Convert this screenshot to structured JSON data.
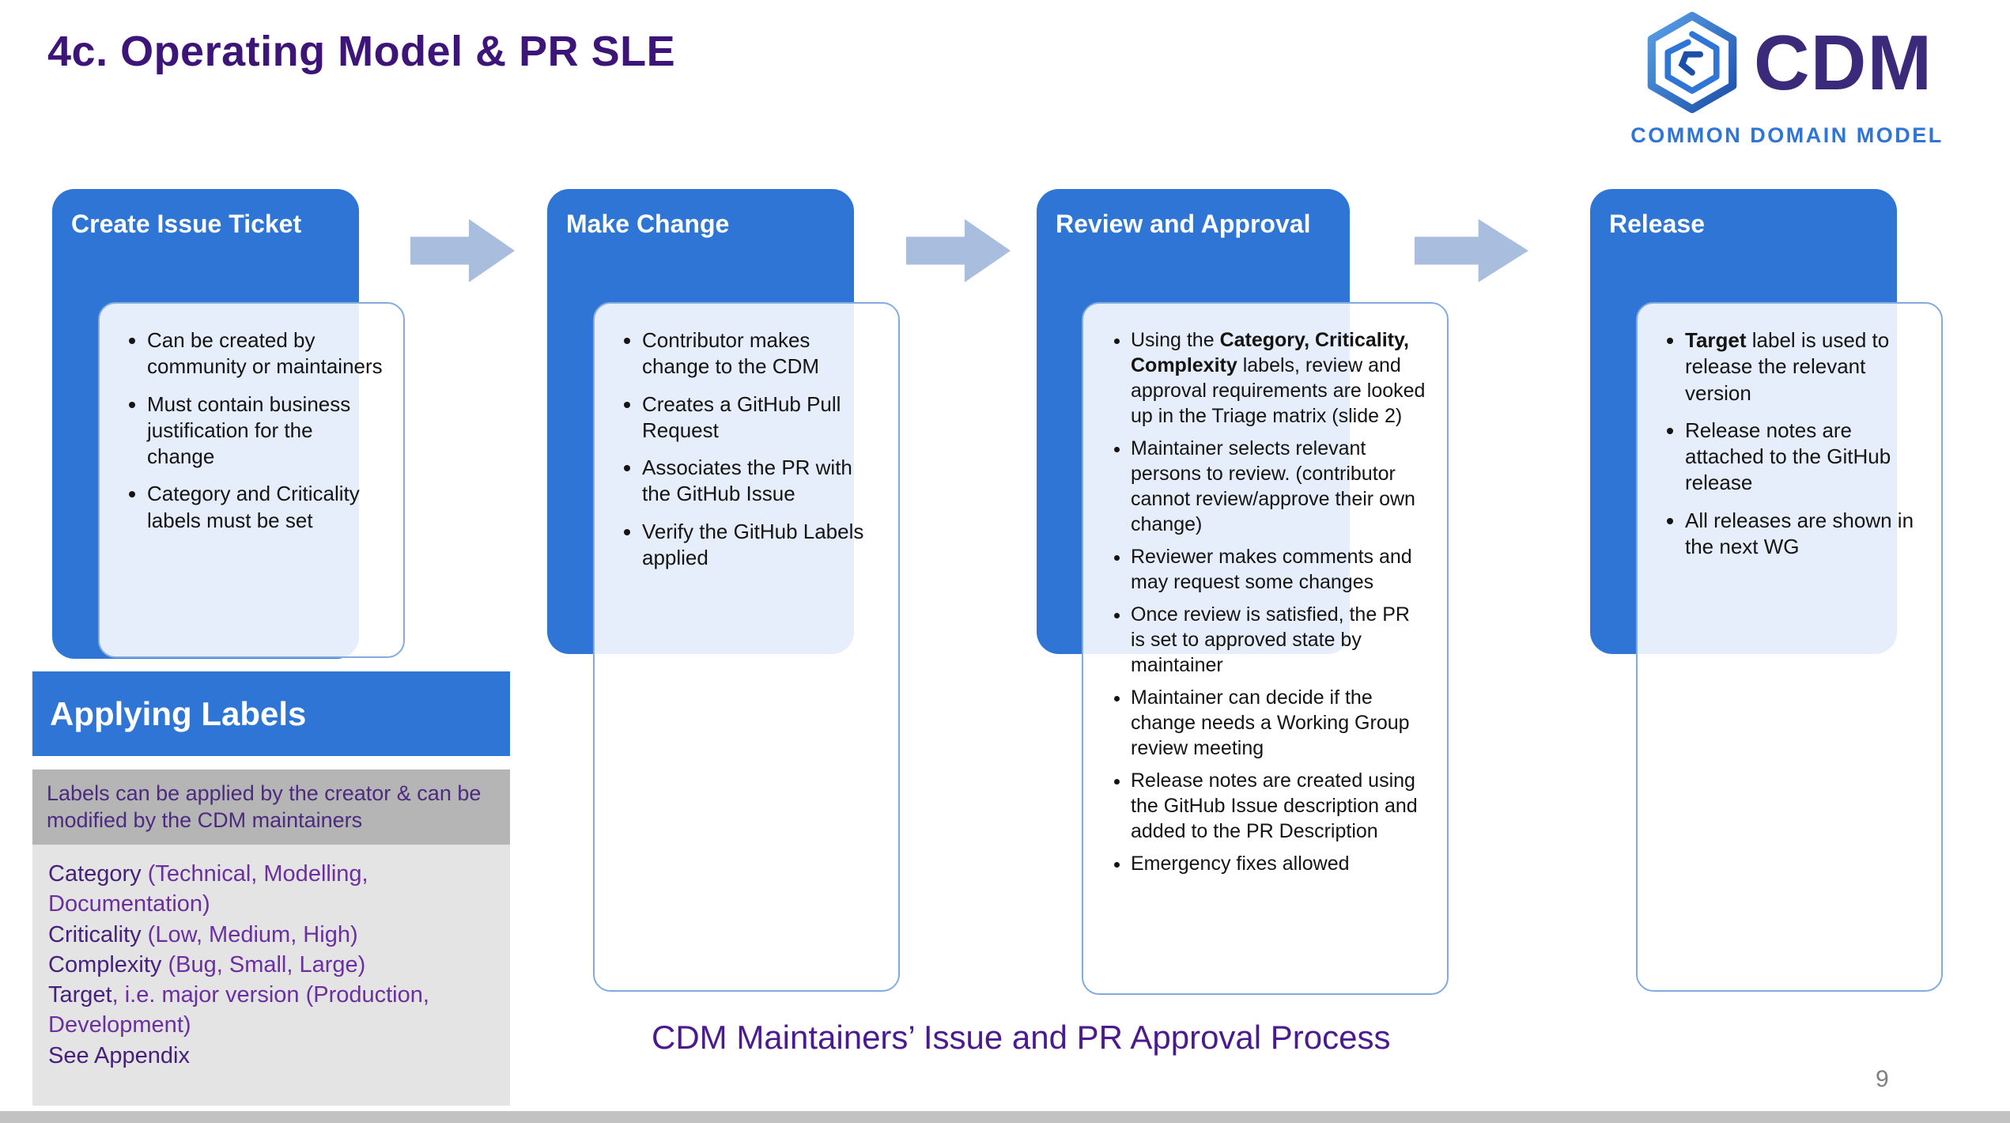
{
  "slide": {
    "title": "4c. Operating Model & PR SLE",
    "caption": "CDM Maintainers’ Issue and PR Approval Process",
    "page_number": "9"
  },
  "logo": {
    "name": "CDM",
    "subtitle": "COMMON DOMAIN MODEL"
  },
  "colors": {
    "accent_blue": "#2e75d5",
    "title_purple": "#3d1478",
    "labels_purple": "#5b2b8d",
    "arrow_blue": "#a9bede",
    "card_border": "#83abdf"
  },
  "process": {
    "stages": [
      {
        "title": "Create Issue Ticket",
        "bullets": [
          {
            "pre": "Can be created by community or maintainers",
            "bold": "",
            "post": ""
          },
          {
            "pre": "Must contain business justification for the change",
            "bold": "",
            "post": ""
          },
          {
            "pre": "Category and Criticality labels must be set",
            "bold": "",
            "post": ""
          }
        ]
      },
      {
        "title": "Make Change",
        "bullets": [
          {
            "pre": "Contributor makes change to the CDM",
            "bold": "",
            "post": ""
          },
          {
            "pre": "Creates a GitHub Pull Request",
            "bold": "",
            "post": ""
          },
          {
            "pre": "Associates the PR with the GitHub Issue",
            "bold": "",
            "post": ""
          },
          {
            "pre": "Verify the GitHub Labels applied",
            "bold": "",
            "post": ""
          }
        ]
      },
      {
        "title": "Review and Approval",
        "bullets": [
          {
            "pre": "Using the ",
            "bold": "Category, Criticality, Complexity",
            "post": " labels, review and approval requirements are looked up in the Triage matrix (slide 2)"
          },
          {
            "pre": "Maintainer selects relevant persons to review. (contributor cannot review/approve their own change)",
            "bold": "",
            "post": ""
          },
          {
            "pre": "Reviewer makes comments and may request some changes",
            "bold": "",
            "post": ""
          },
          {
            "pre": "Once review is satisfied, the PR is set to approved state by maintainer",
            "bold": "",
            "post": ""
          },
          {
            "pre": "Maintainer can decide if the change needs a Working Group review meeting",
            "bold": "",
            "post": ""
          },
          {
            "pre": "Release notes are created using the GitHub Issue description and added to the PR Description",
            "bold": "",
            "post": ""
          },
          {
            "pre": "Emergency fixes allowed",
            "bold": "",
            "post": ""
          }
        ]
      },
      {
        "title": "Release",
        "bullets": [
          {
            "pre": "",
            "bold": "Target",
            "post": " label is used to release the relevant version"
          },
          {
            "pre": "Release notes are attached to the GitHub release",
            "bold": "",
            "post": ""
          },
          {
            "pre": "All releases are shown in the next WG",
            "bold": "",
            "post": ""
          }
        ]
      }
    ]
  },
  "labels_panel": {
    "title": "Applying Labels",
    "note": "Labels can be applied by the creator & can be modified by the CDM maintainers",
    "items": [
      {
        "lead": "Category",
        "rest": " (Technical, Modelling, Documentation)"
      },
      {
        "lead": "Criticality",
        "rest": " (Low, Medium, High)"
      },
      {
        "lead": "Complexity",
        "rest": " (Bug, Small, Large)"
      },
      {
        "lead": "Target",
        "rest": ", i.e. major version (Production, Development)"
      },
      {
        "lead": "See Appendix",
        "rest": ""
      }
    ]
  }
}
